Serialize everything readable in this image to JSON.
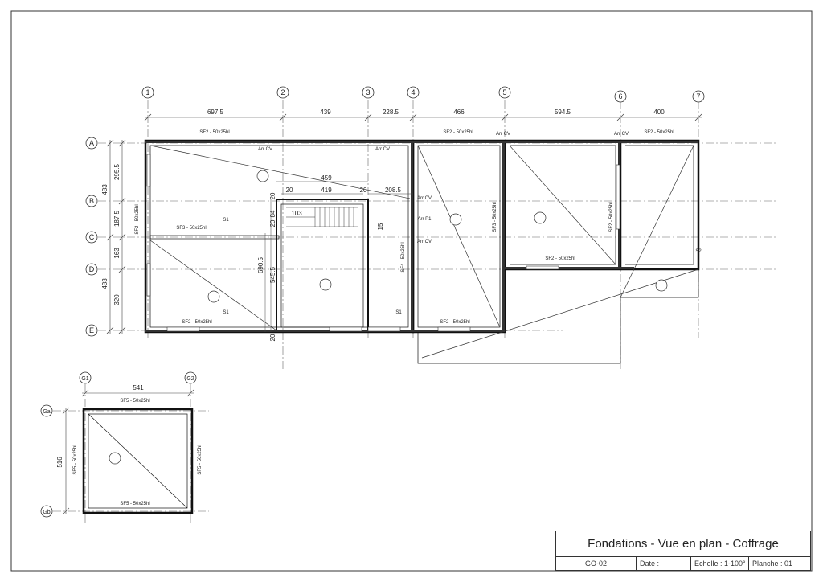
{
  "grid": {
    "cols": [
      "1",
      "2",
      "3",
      "4",
      "5",
      "6",
      "7"
    ],
    "rows": [
      "A",
      "B",
      "C",
      "D",
      "E"
    ],
    "garage_cols": [
      "G1",
      "G2"
    ],
    "garage_rows": [
      "Ga",
      "Gb"
    ]
  },
  "dims": {
    "top": [
      "697.5",
      "439",
      "228.5",
      "466",
      "594.5",
      "400"
    ],
    "left_outer": [
      "483",
      "483"
    ],
    "left_inner": [
      "295.5",
      "187.5",
      "163",
      "320"
    ],
    "stair_w": "459",
    "stair_inner": "419",
    "stair_side_l": "20",
    "stair_side_r": "20",
    "stair_right": "208.5",
    "stair_v1": "20",
    "stair_v2": "84",
    "stair_v3": "103",
    "stair_v4": "20",
    "vert_a": "690.5",
    "vert_b": "545.5",
    "vert_c": "15",
    "vert_d": "20",
    "garage_w": "541",
    "garage_h": "516"
  },
  "labels": {
    "sf2_a": "SF2 - 50x25hl",
    "sf2_b": "SF2 - 50x25hl",
    "sf2_c": "SF2 - 50x25hl",
    "sf2_left": "SF2 - 50x25hl",
    "sf2_bottom": "SF2 - 50x25hl",
    "sf2_mid": "SF2 - 50x25hl",
    "sf2_bot_r": "SF2 - 50x25hl",
    "sf2_v6": "SF2 - 50x25hl",
    "sf3": "SF3 - 50x25hl",
    "sf3_v5": "SF3 - 50x25hl",
    "sf4": "SF4 - 50x25hl",
    "s1_a": "S1",
    "s1_b": "S1",
    "s1_c": "S1",
    "s2": "S2",
    "sf5_top": "SF5 - 50x25hl",
    "sf5_bottom": "SF5 - 50x25hl",
    "sf5_left": "SF5 - 50x25hl",
    "sf5_right": "SF5 - 50x25hl",
    "arr": "Arr CV",
    "arr2": "Arr CV",
    "arr3": "Arr CV",
    "arr4": "Arr CV",
    "arr_p1": "Arr P1",
    "arr_cv_a": "Arr CV",
    "arr_cv_b": "Arr CV"
  },
  "title_block": {
    "title": "Fondations - Vue en plan - Coffrage",
    "sheet_code": "GO-02",
    "date_label": "Date :",
    "scale_label": "Echelle : 1-100°",
    "plate_label": "Planche : 01"
  }
}
